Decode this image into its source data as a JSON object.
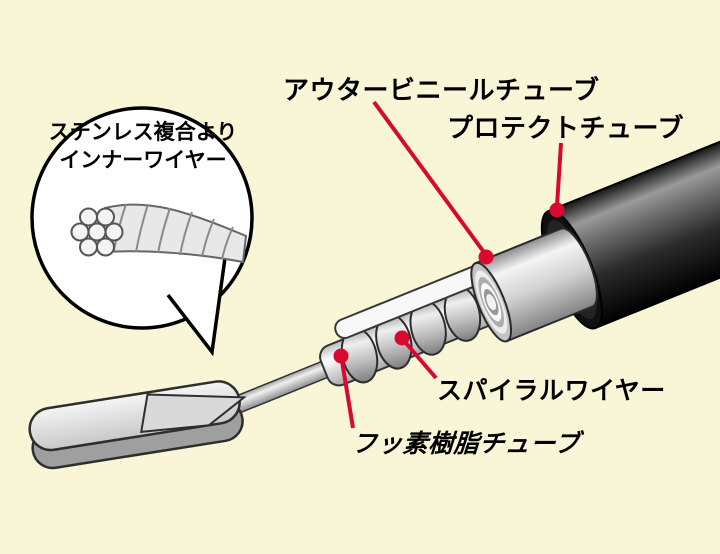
{
  "colors": {
    "background": "#f8f6d7",
    "accent_red": "#d7092f",
    "ink": "#000000"
  },
  "callout": {
    "line1": "ステンレス複合より",
    "line2": "インナーワイヤー"
  },
  "labels": {
    "outer_vinyl_tube": "アウタービニールチューブ",
    "protect_tube": "プロテクトチューブ",
    "spiral_wire": "スパイラルワイヤー",
    "fluororesin_tube": "フッ素樹脂チューブ"
  }
}
